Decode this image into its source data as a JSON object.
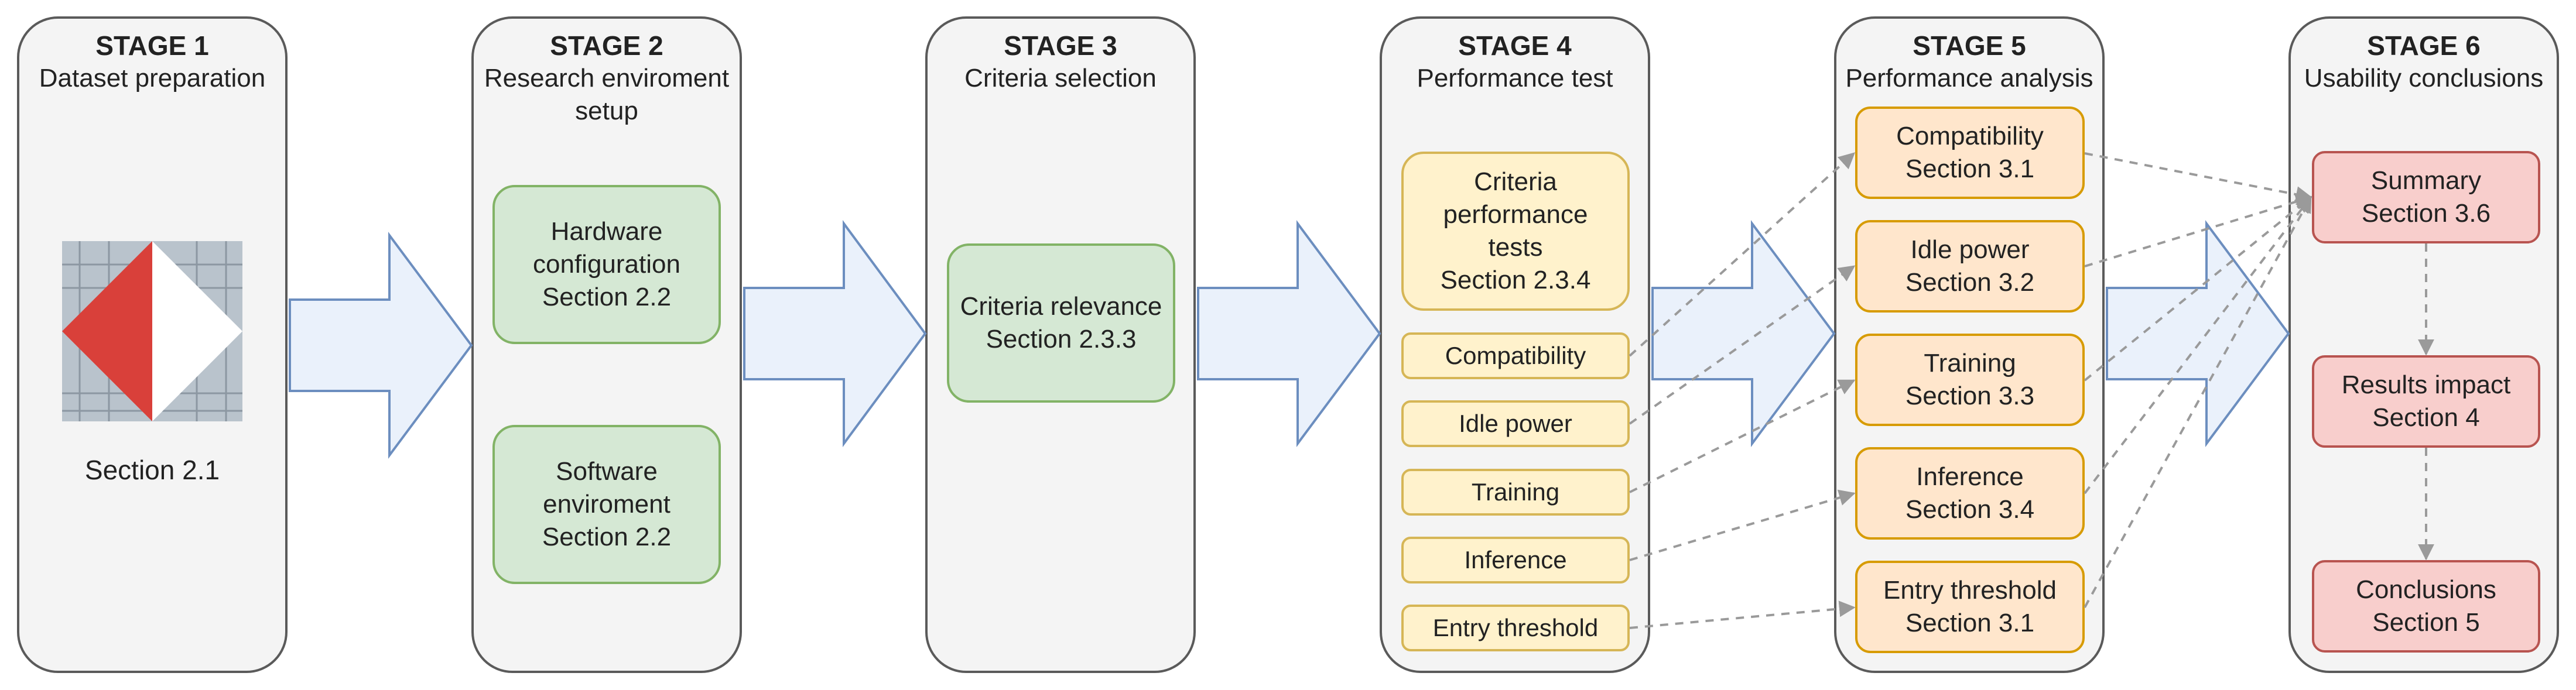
{
  "stages": [
    {
      "num": "STAGE 1",
      "title": "Dataset preparation"
    },
    {
      "num": "STAGE 2",
      "title": "Research enviroment\nsetup"
    },
    {
      "num": "STAGE 3",
      "title": "Criteria selection"
    },
    {
      "num": "STAGE 4",
      "title": "Performance test"
    },
    {
      "num": "STAGE 5",
      "title": "Performance analysis"
    },
    {
      "num": "STAGE 6",
      "title": "Usability conclusions"
    }
  ],
  "stage1": {
    "section": "Section 2.1",
    "image": "dataset-logo-icon"
  },
  "stage2": {
    "hardware": "Hardware\nconfiguration\nSection 2.2",
    "software": "Software\nenviroment\nSection 2.2"
  },
  "stage3": {
    "relevance": "Criteria relevance\nSection 2.3.3"
  },
  "stage4": {
    "tests": "Criteria\nperformance\ntests\nSection 2.3.4",
    "items": [
      "Compatibility",
      "Idle power",
      "Training",
      "Inference",
      "Entry threshold"
    ]
  },
  "stage5": {
    "items": [
      "Compatibility\nSection 3.1",
      "Idle power\nSection 3.2",
      "Training\nSection 3.3",
      "Inference\nSection 3.4",
      "Entry threshold\nSection 3.1"
    ]
  },
  "stage6": {
    "summary": "Summary\nSection 3.6",
    "impact": "Results impact\nSection 4",
    "conclusions": "Conclusions\nSection 5"
  },
  "colors": {
    "green_fill": "#d5e8d4",
    "green_border": "#82b366",
    "yellow_fill": "#fff2cc",
    "yellow_border": "#d6b656",
    "orange_fill": "#ffe6cc",
    "orange_border": "#d79b00",
    "red_fill": "#f8cecc",
    "red_border": "#b85450",
    "arrow_fill": "#eaf1fb",
    "arrow_border": "#6c8ebf"
  }
}
